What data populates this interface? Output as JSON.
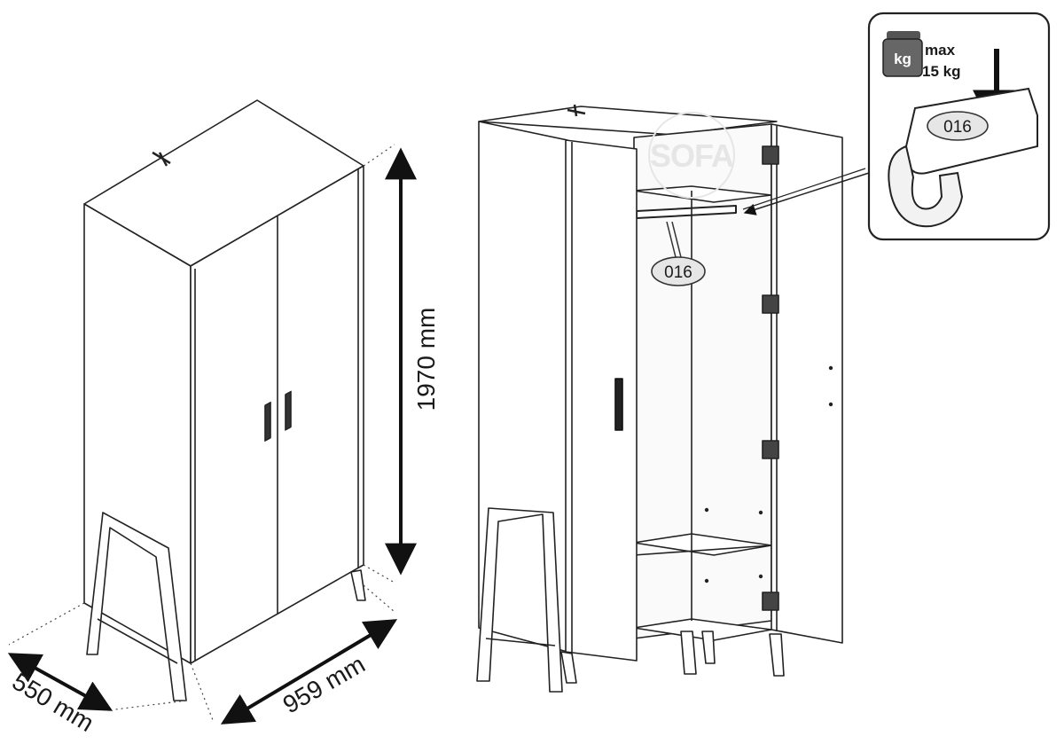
{
  "dimensions": {
    "height": "1970 mm",
    "width": "959 mm",
    "depth": "550 mm"
  },
  "part_callouts": {
    "main": "016",
    "detail": "016"
  },
  "weight_limit": {
    "unit_icon": "kg",
    "line1": "max",
    "line2": "15 kg"
  },
  "watermark": "SOFA"
}
